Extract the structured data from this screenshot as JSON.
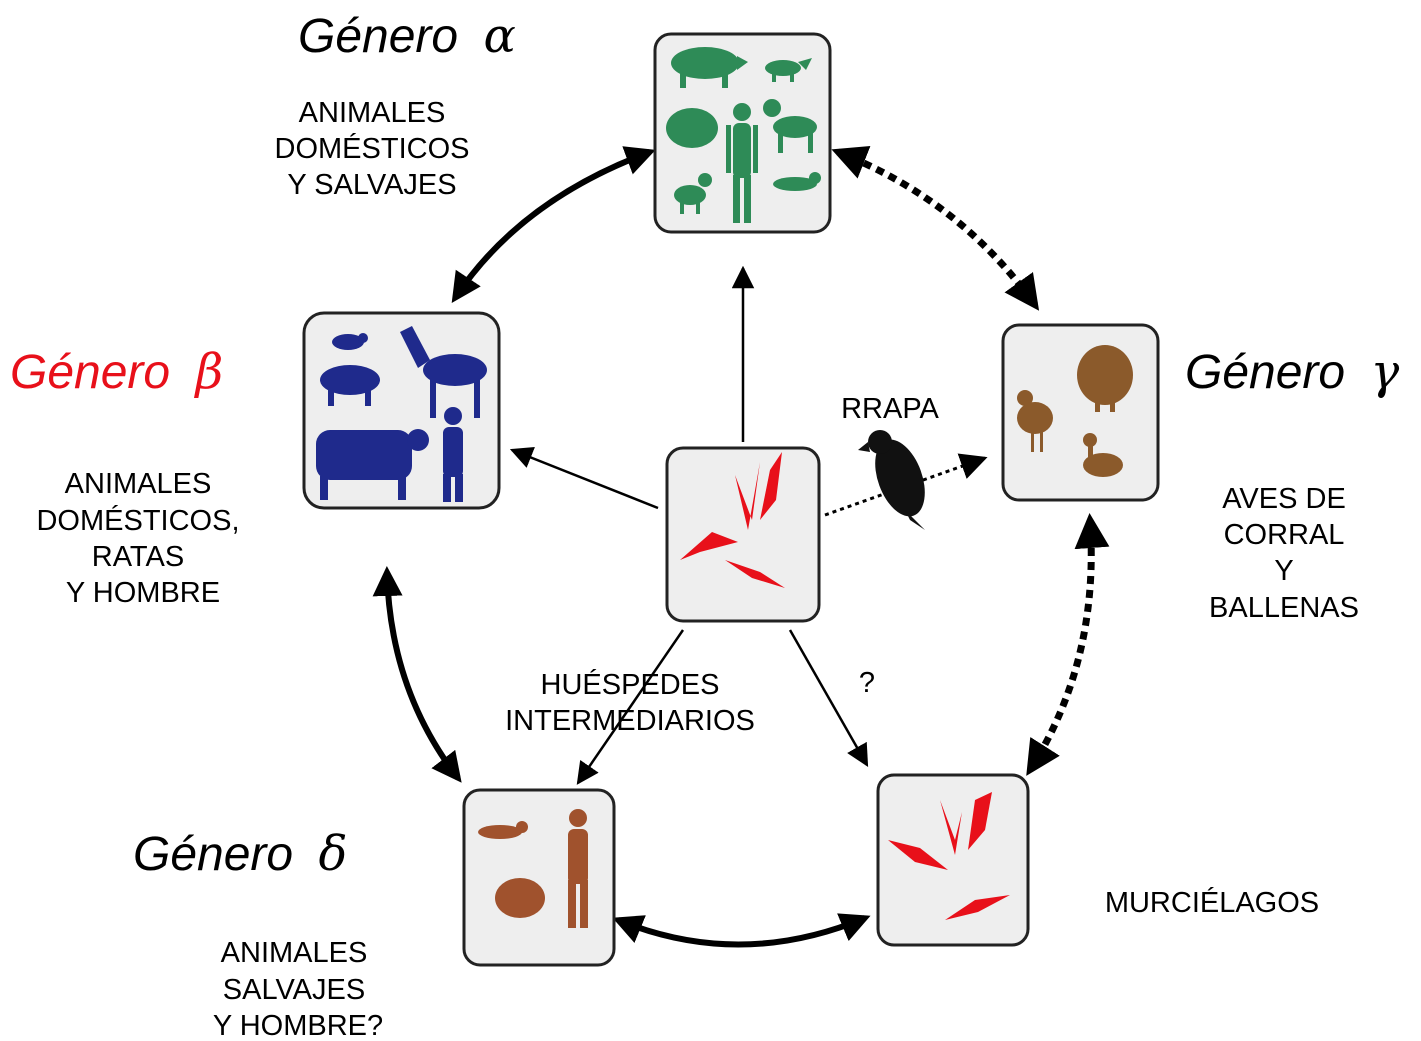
{
  "genera": {
    "alpha": {
      "word": "Género",
      "letter": "α",
      "color": "#000000",
      "hosts": [
        "ANIMALES",
        "DOMÉSTICOS",
        "Y SALVAJES"
      ]
    },
    "beta": {
      "word": "Género",
      "letter": "β",
      "color": "#e8101a",
      "hosts": [
        "ANIMALES",
        "DOMÉSTICOS,",
        "RATAS",
        "Y HOMBRE"
      ]
    },
    "gamma": {
      "word": "Género",
      "letter": "γ",
      "color": "#000000",
      "hosts": [
        "AVES DE",
        "CORRAL",
        "Y",
        "BALLENAS"
      ]
    },
    "delta": {
      "word": "Género",
      "letter": "δ",
      "color": "#000000",
      "hosts": [
        "ANIMALES",
        "SALVAJES",
        "Y HOMBRE?"
      ]
    }
  },
  "bats_label": "MURCIÉLAGOS",
  "intermediate": [
    "HUÉSPEDES",
    "INTERMEDIARIOS"
  ],
  "question_mark": "?",
  "raptor_label": "RRAPA",
  "colors": {
    "alpha_icons": "#2e8b57",
    "beta_icons": "#1f2a8c",
    "gamma_icons": "#8b5a2b",
    "delta_icons": "#a0522d",
    "bats": "#e8101a"
  }
}
